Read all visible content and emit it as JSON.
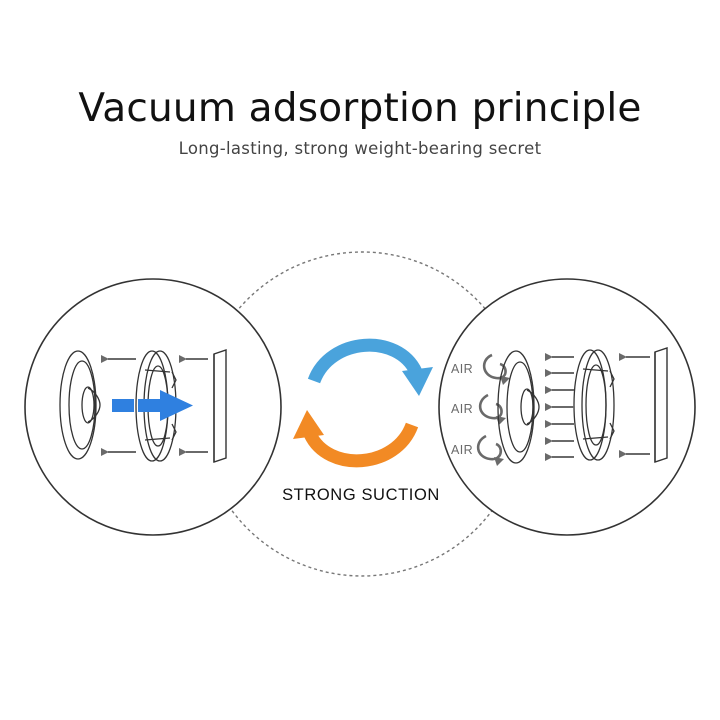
{
  "header": {
    "title": "Vacuum adsorption principle",
    "subtitle": "Long-lasting, strong weight-bearing secret"
  },
  "diagram": {
    "center_label": "STRONG SUCTION",
    "air_labels": [
      "AIR",
      "AIR",
      "AIR"
    ]
  },
  "colors": {
    "blue_arrow": "#4aa3dc",
    "orange_arrow": "#f28a24",
    "push_arrow": "#2f80e0",
    "line": "#555555",
    "gray_arrow": "#6a6a6a"
  },
  "icons": [
    "suction-cup-icon",
    "ring-icon",
    "panel-icon",
    "cycle-arrows-icon",
    "swirl-air-icon"
  ]
}
